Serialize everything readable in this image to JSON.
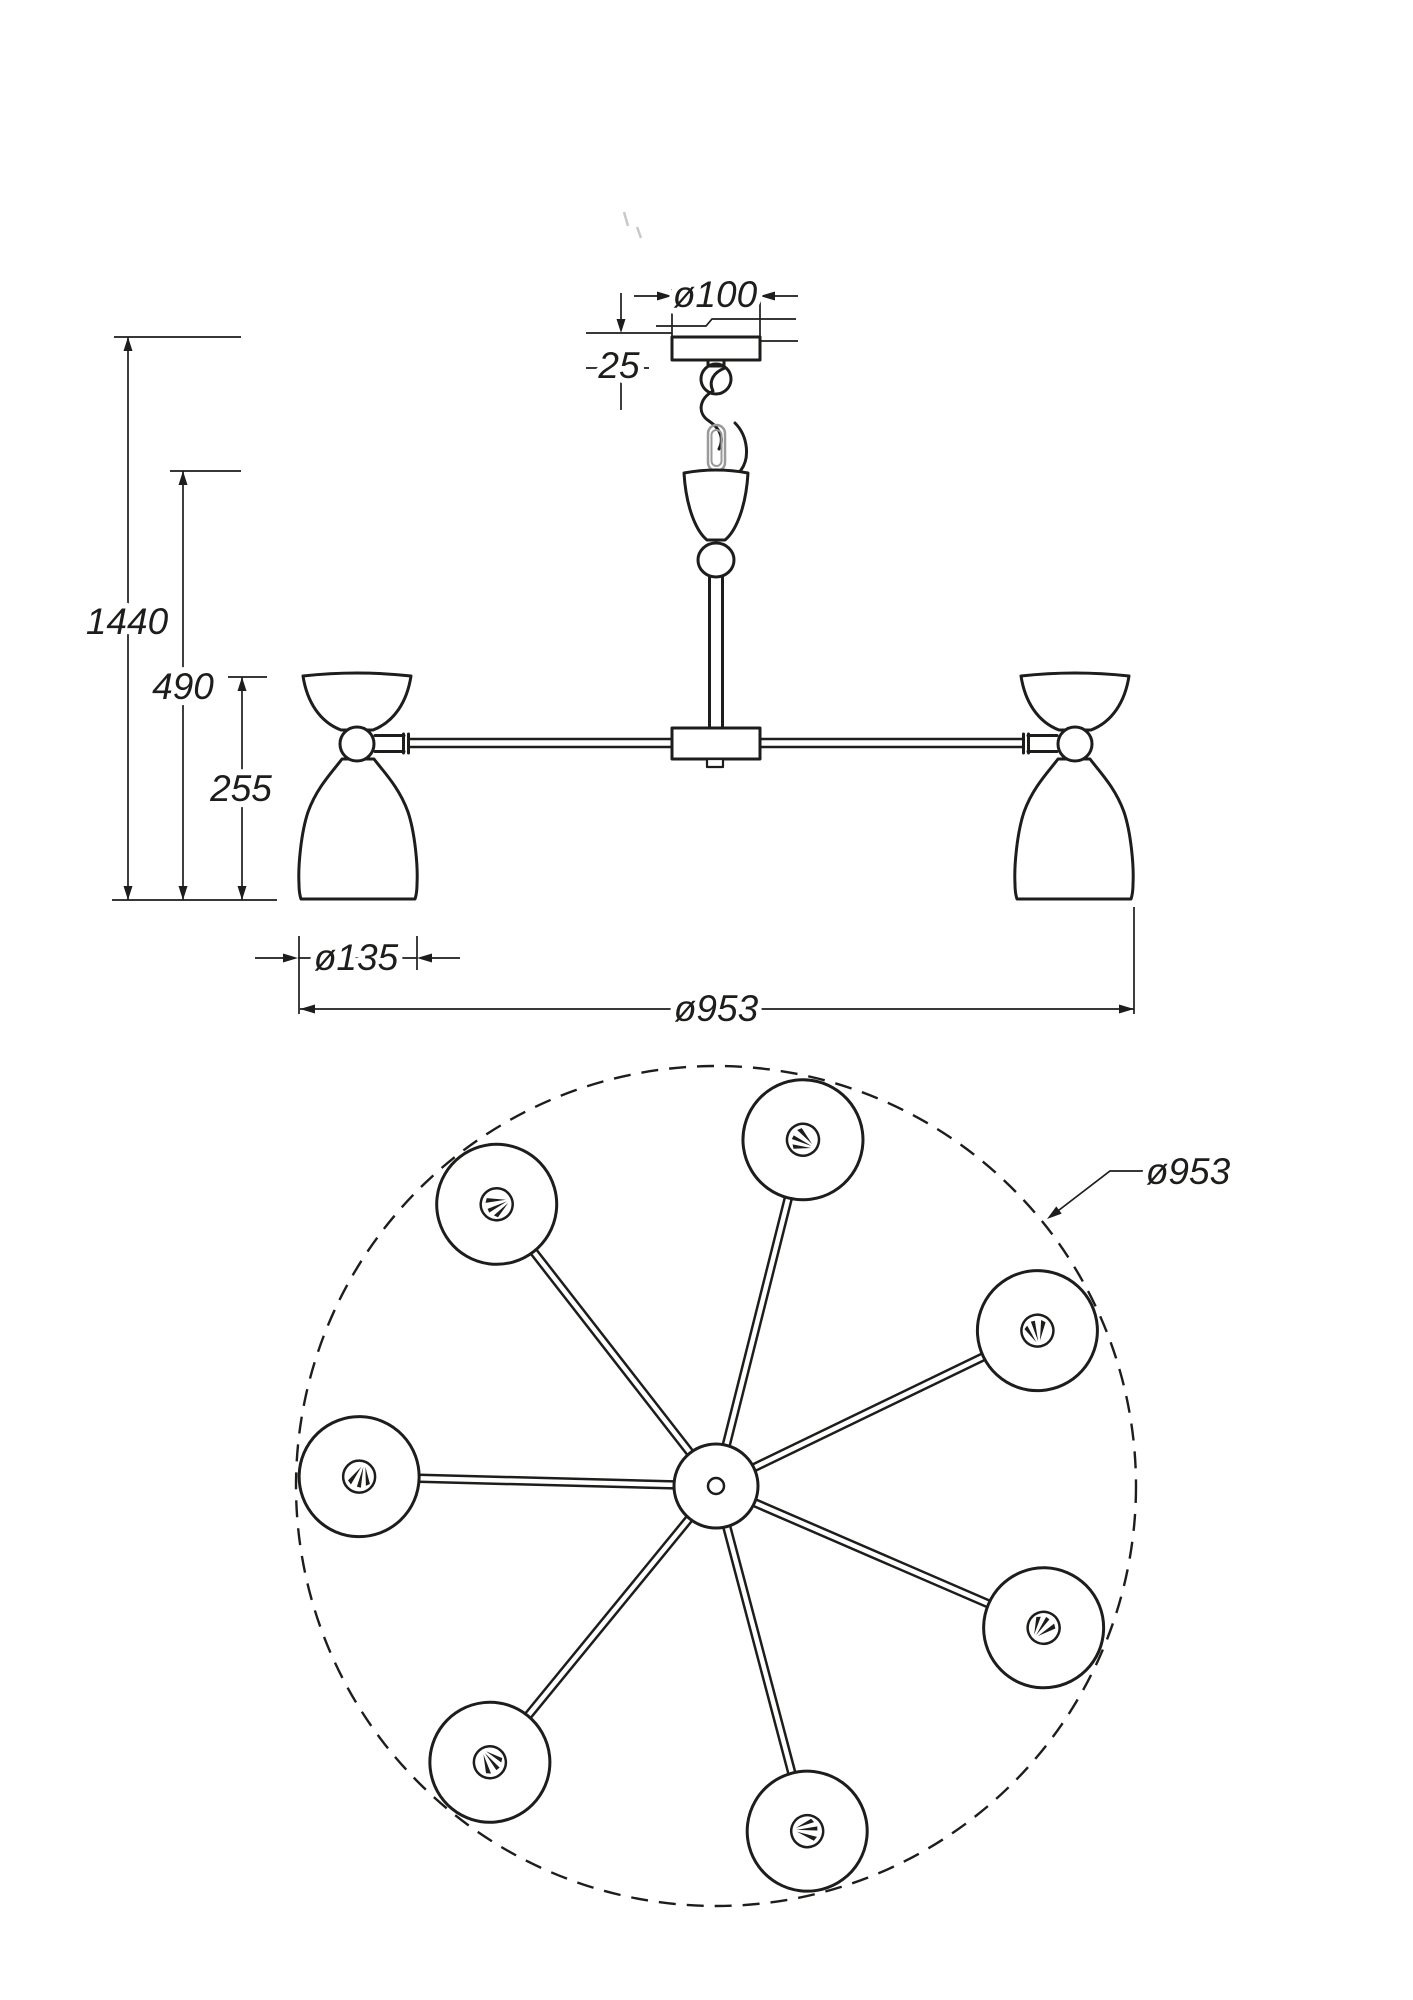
{
  "colors": {
    "line": "#1d1d1b",
    "background": "#ffffff",
    "chain_link": "#9a9a9a"
  },
  "side_view": {
    "dimensions": {
      "canopy_diameter": "ø100",
      "canopy_height": "25",
      "overall_height": "1440",
      "fixture_height": "490",
      "shade_height": "255",
      "shade_diameter": "ø135",
      "overall_diameter": "ø953"
    }
  },
  "top_view": {
    "overall_diameter": "ø953",
    "lamp_count": 7
  }
}
